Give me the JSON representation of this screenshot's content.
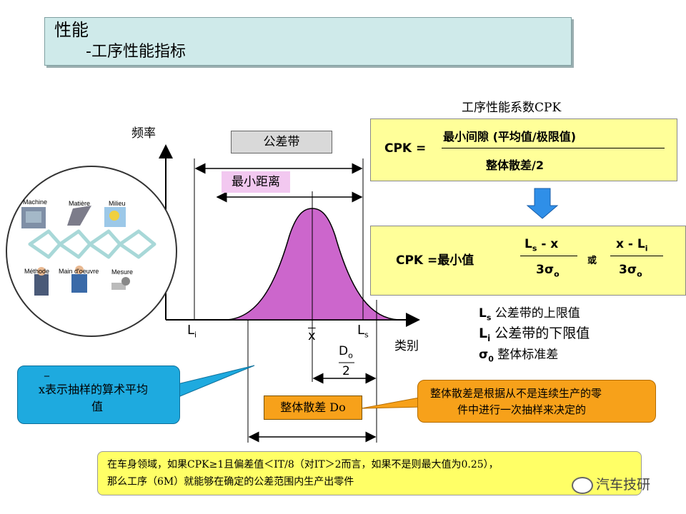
{
  "title": {
    "main": "性能",
    "sub": "-工序性能指标"
  },
  "chart": {
    "y_axis_label": "频率",
    "x_axis_label": "类别",
    "tolerance_band": "公差带",
    "min_distance": "最小距离",
    "li_label": "L",
    "li_sub": "i",
    "ls_label": "L",
    "ls_sub": "s",
    "xbar": "x",
    "do_label": "D",
    "do_sub": "o",
    "two": "2",
    "overall_spread": "整体散差 Do"
  },
  "ishikawa": {
    "machine": "Machine",
    "matiere": "Matière",
    "milieu": "Milieu",
    "methode": "Méthode",
    "main_oeuvre": "Main d'oeuvre",
    "mesure": "Mesure"
  },
  "cpk_panel": {
    "heading": "工序性能系数CPK",
    "f1_lhs": "CPK =",
    "f1_num": "最小间隙 (平均值/极限值)",
    "f1_den": "整体散差/2",
    "f2_lhs": "CPK =最小值",
    "f2_a_num": "L",
    "f2_a_num_sub": "s",
    "f2_a_num_rest": " - x",
    "f2_den": "3σ",
    "f2_den_sub": "o",
    "f2_or": "或",
    "f2_b_num": "x - L",
    "f2_b_num_sub": "i"
  },
  "legend": {
    "ls_name": "L",
    "ls_sub": "s",
    "ls_desc": " 公差带的上限值",
    "li_name": "L",
    "li_sub": "i",
    "li_desc": " 公差带的下限值",
    "sigma_name": "σ",
    "sigma_sub": "0",
    "sigma_desc": " 整体标准差"
  },
  "callouts": {
    "blue_bar": "_",
    "blue_line1": "x表示抽样的算术平均",
    "blue_line2": "值",
    "orange_line1": "整体散差是根据从不是连续生产的零",
    "orange_line2": "件中进行一次抽样来决定的"
  },
  "bottom": {
    "line1": "在车身领域，如果CPK≥1且偏差值＜IT/8（对IT＞2而言，如果不是则最大值为0.25），",
    "line2": "那么工序（6M）就能够在确定的公差范围内生产出零件"
  },
  "watermark": "汽车技研",
  "colors": {
    "curve_fill": "#cc66cc",
    "title_bg": "#cfeaea",
    "yellow": "#ffff99",
    "blue_callout": "#1eaadf",
    "orange": "#f7a11a",
    "arrow_blue": "#2f8fe8"
  }
}
